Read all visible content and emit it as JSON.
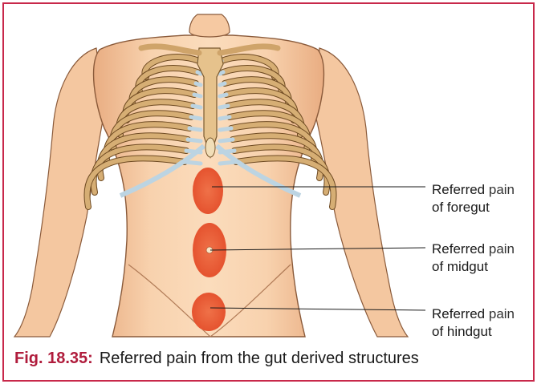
{
  "labels": [
    {
      "id": "foregut",
      "line1": "Referred",
      "highlight": "pain",
      "line2": "of foregut"
    },
    {
      "id": "midgut",
      "line1": "Referred",
      "highlight": "pain",
      "line2": "of midgut"
    },
    {
      "id": "hindgut",
      "line1": "Referred",
      "highlight": "pain",
      "line2": "of hindgut"
    }
  ],
  "caption": {
    "figure_number": "Fig. 18.35:",
    "text": "Referred pain from the gut derived structures"
  },
  "colors": {
    "frame": "#c8284a",
    "skin": "#f7cfa8",
    "skin_shadow": "#e8ab80",
    "rib": "#d6ae74",
    "cartilage": "#bcd4e2",
    "pain_area": "#e9613c",
    "caption_accent": "#b01c3c"
  }
}
